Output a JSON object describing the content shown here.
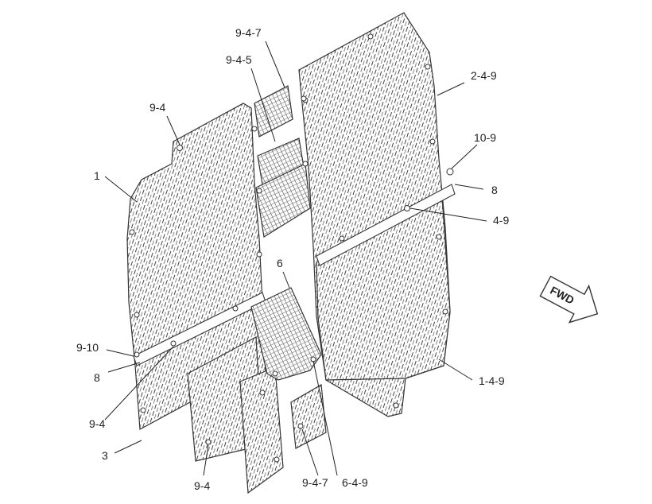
{
  "diagram": {
    "callouts": {
      "c_9_4_7_top": "9-4-7",
      "c_9_4_5": "9-4-5",
      "c_9_4_top": "9-4",
      "c_1": "1",
      "c_2_4_9": "2-4-9",
      "c_10_9": "10-9",
      "c_8_right": "8",
      "c_4_9": "4-9",
      "c_6": "6",
      "c_9_10": "9-10",
      "c_8_left": "8",
      "c_9_4_left": "9-4",
      "c_3": "3",
      "c_1_4_9": "1-4-9",
      "c_9_4_bottom": "9-4",
      "c_9_4_7_bottom": "9-4-7",
      "c_6_4_9": "6-4-9"
    },
    "direction_label": "FWD",
    "colors": {
      "line": "#333333",
      "background": "#ffffff"
    }
  }
}
